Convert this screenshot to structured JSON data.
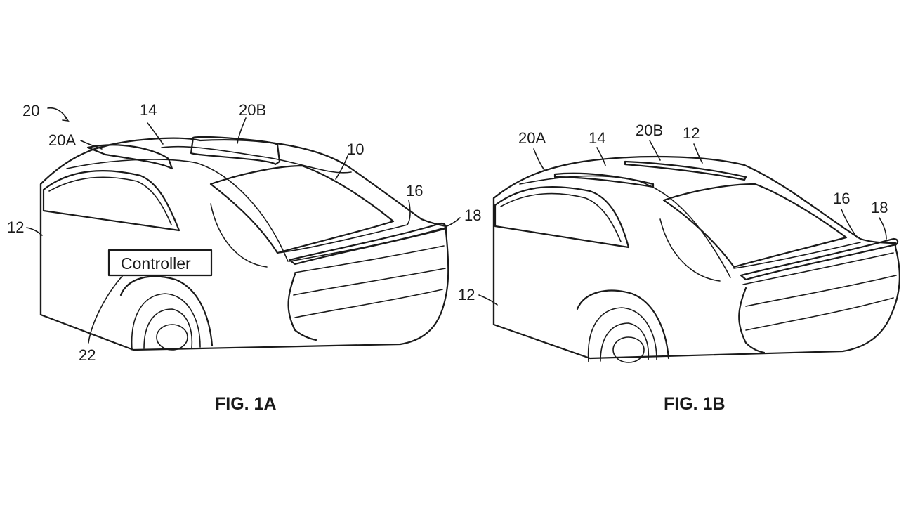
{
  "fig_a": {
    "caption": "FIG. 1A",
    "controller_label": "Controller",
    "refs": {
      "r20": "20",
      "r20a": "20A",
      "r14": "14",
      "r20b": "20B",
      "r10": "10",
      "r16": "16",
      "r18": "18",
      "r12": "12",
      "r22": "22"
    }
  },
  "fig_b": {
    "caption": "FIG. 1B",
    "refs": {
      "r20a": "20A",
      "r14": "14",
      "r20b": "20B",
      "r12_top": "12",
      "r16": "16",
      "r18": "18",
      "r12_side": "12"
    }
  }
}
